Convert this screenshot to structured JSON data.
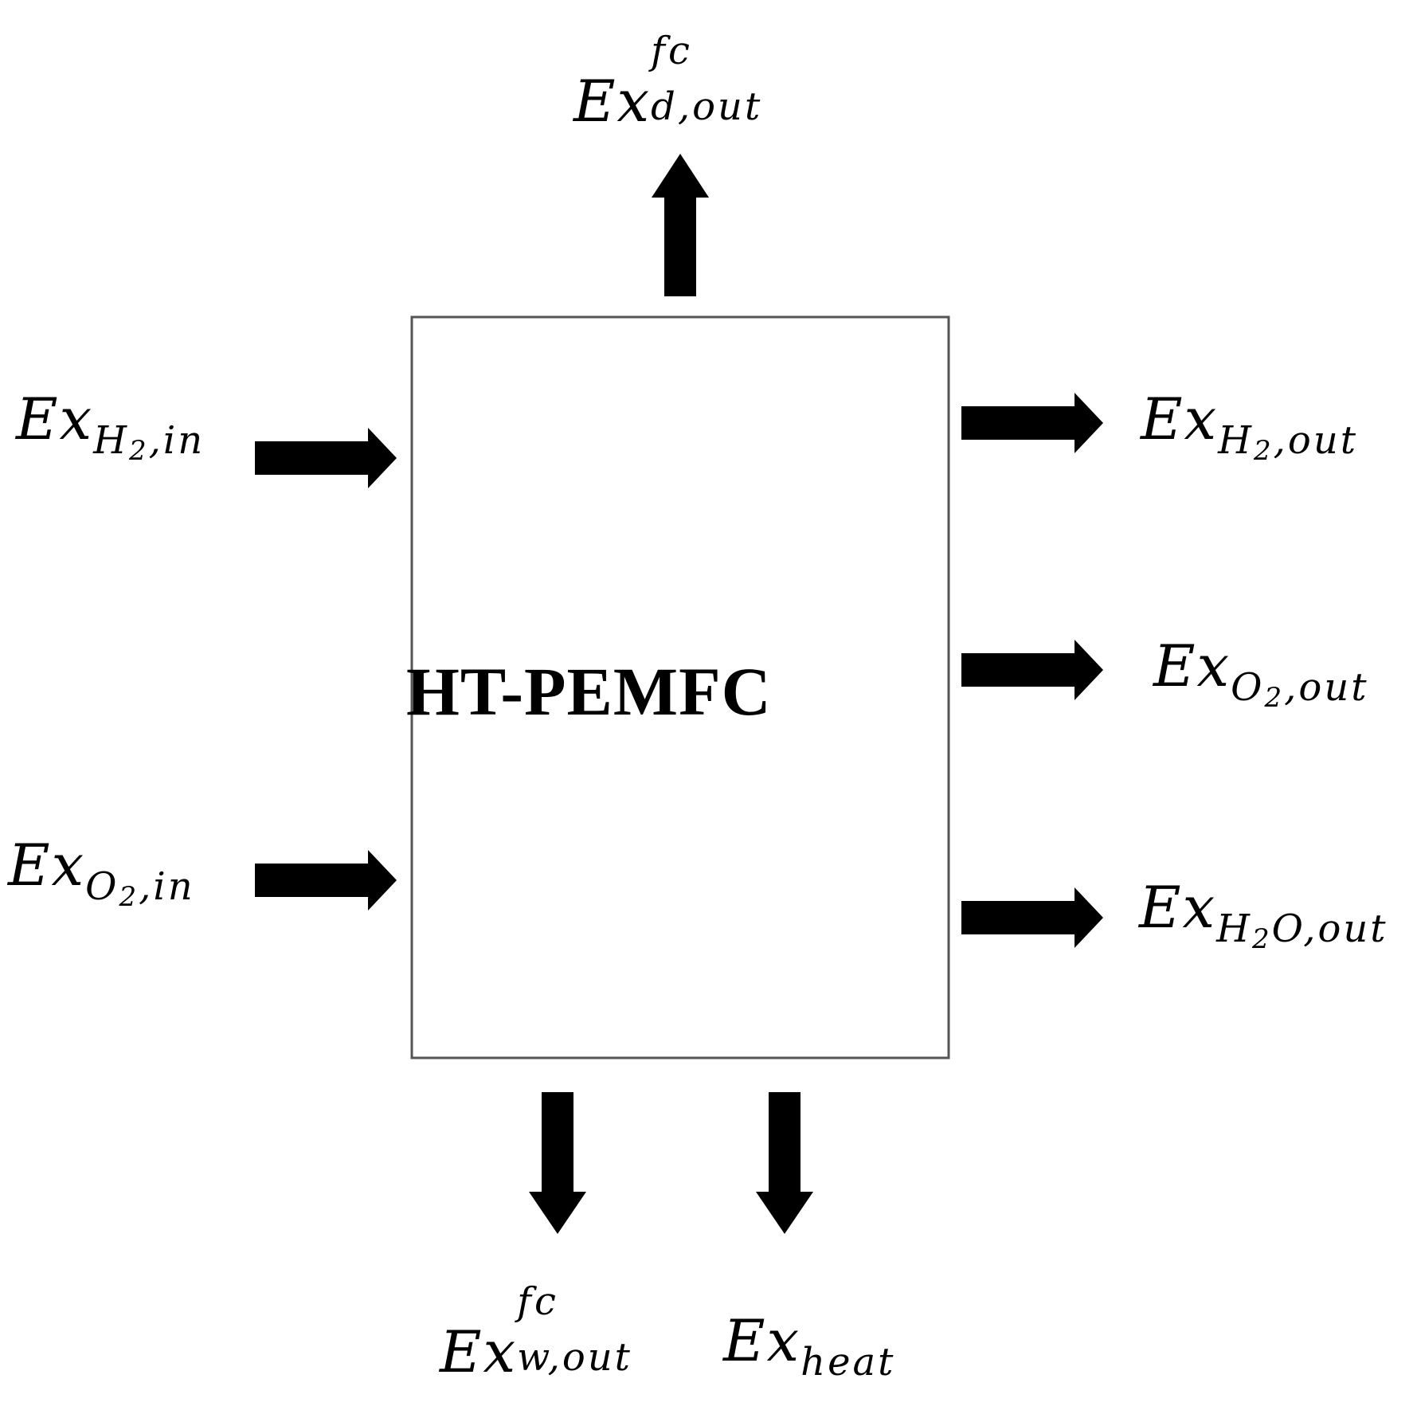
{
  "diagram": {
    "box_title": "HT-PEMFC",
    "labels": {
      "ex_base": "Ex",
      "d_out": {
        "sup": "fc",
        "sub": "d,out"
      },
      "h2_in": {
        "sub": "H",
        "sub_lower": "2",
        "sub_tail": ",in"
      },
      "o2_in": {
        "sub": "O",
        "sub_lower": "2",
        "sub_tail": ",in"
      },
      "h2_out": {
        "sub": "H",
        "sub_lower": "2",
        "sub_tail": ",out"
      },
      "o2_out": {
        "sub": "O",
        "sub_lower": "2",
        "sub_tail": ",out"
      },
      "h2o_out": {
        "sub": "H",
        "sub_lower": "2",
        "sub_tail": "O,out"
      },
      "w_out": {
        "sup": "fc",
        "sub": "w,out"
      },
      "heat": {
        "sub": "heat"
      }
    }
  }
}
